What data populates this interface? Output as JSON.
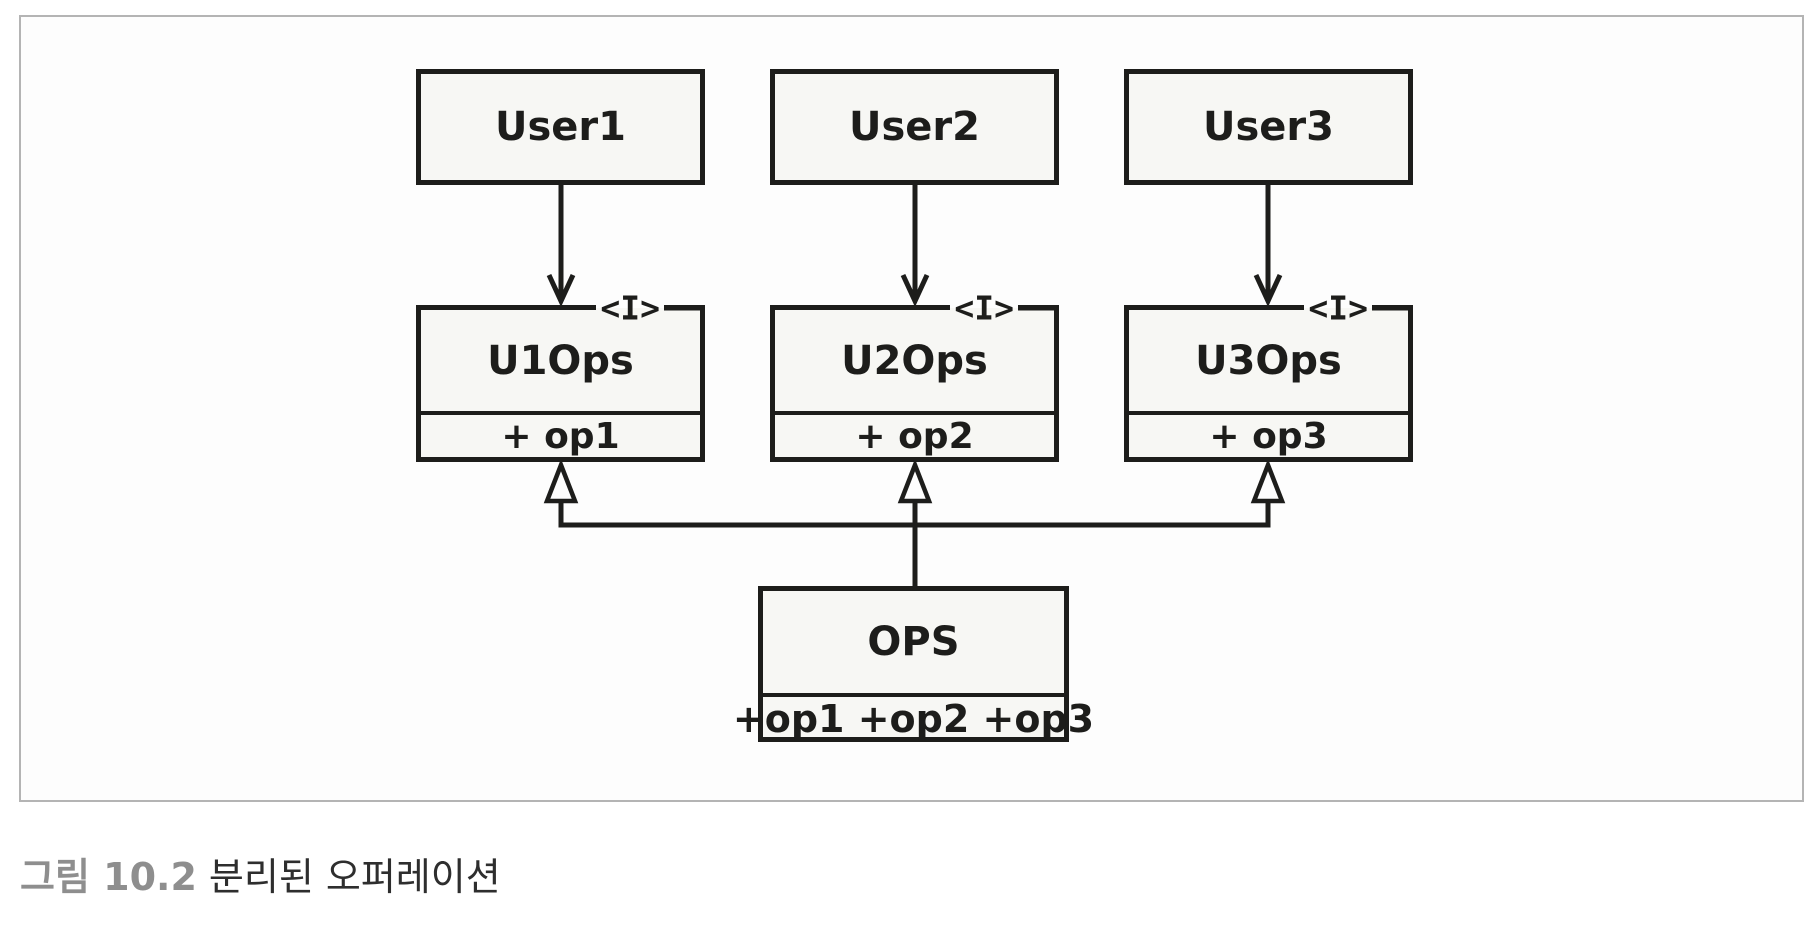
{
  "figure": {
    "caption": {
      "label": "그림 10.2",
      "title": "분리된 오퍼레이션"
    },
    "diagram": {
      "users": [
        {
          "name": "User1"
        },
        {
          "name": "User2"
        },
        {
          "name": "User3"
        }
      ],
      "interfaces": [
        {
          "stereotype": "<I>",
          "name": "U1Ops",
          "operations": "+ op1"
        },
        {
          "stereotype": "<I>",
          "name": "U2Ops",
          "operations": "+ op2"
        },
        {
          "stereotype": "<I>",
          "name": "U3Ops",
          "operations": "+ op3"
        }
      ],
      "implementation": {
        "name": "OPS",
        "operations": "+op1 +op2 +op3"
      },
      "relations": {
        "dependency": "open-arrow",
        "realization": "hollow-triangle"
      },
      "colors": {
        "line": "#1d1d1b",
        "box_fill": "#f7f7f4",
        "panel_background": "#fdfdfd",
        "panel_border": "#b4b4b4",
        "caption_label": "#8e8e8e",
        "caption_text": "#2e2e2e"
      }
    }
  }
}
